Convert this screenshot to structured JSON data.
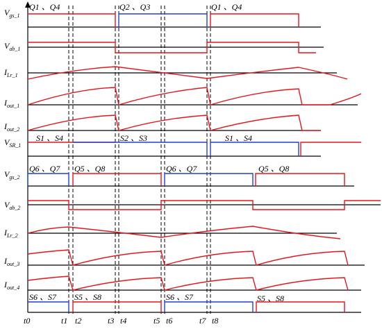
{
  "signals": [
    {
      "id": "vgs1",
      "main": "V",
      "sub": "gs_1"
    },
    {
      "id": "vab1",
      "main": "V",
      "sub": "ab_1"
    },
    {
      "id": "ilr1",
      "main": "I",
      "sub": "Lr_1"
    },
    {
      "id": "iout1",
      "main": "I",
      "sub": "out_1"
    },
    {
      "id": "iout2",
      "main": "I",
      "sub": "out_2"
    },
    {
      "id": "vsr1",
      "main": "V",
      "sub": "SR_1"
    },
    {
      "id": "vgs2",
      "main": "V",
      "sub": "gs_2"
    },
    {
      "id": "vab2",
      "main": "V",
      "sub": "ab_2"
    },
    {
      "id": "ilr2",
      "main": "I",
      "sub": "Lr_2"
    },
    {
      "id": "iout3",
      "main": "I",
      "sub": "out_3"
    },
    {
      "id": "iout4",
      "main": "I",
      "sub": "out_4"
    }
  ],
  "switch_labels": [
    {
      "id": "q1q4-a",
      "text": "Q1 、Q4"
    },
    {
      "id": "q2q3",
      "text": "Q2 、Q3"
    },
    {
      "id": "q1q4-b",
      "text": "Q1 、Q4"
    },
    {
      "id": "s1s4-a",
      "text": "S1 、S4"
    },
    {
      "id": "s2s3",
      "text": "S2 、S3"
    },
    {
      "id": "s1s4-b",
      "text": "S1 、S4"
    },
    {
      "id": "q6q7-a",
      "text": "Q6 、Q7"
    },
    {
      "id": "q5q8-a",
      "text": "Q5 、Q8"
    },
    {
      "id": "q6q7-b",
      "text": "Q6 、Q7"
    },
    {
      "id": "q5q8-b",
      "text": "Q5 、Q8"
    },
    {
      "id": "s6s7-a",
      "text": "S6 、S7"
    },
    {
      "id": "s5s8-a",
      "text": "S5 、S8"
    },
    {
      "id": "s6s7-b",
      "text": "S6 、S7"
    },
    {
      "id": "s5s8-b",
      "text": "S5 、S8"
    }
  ],
  "time_labels": [
    "t0",
    "t1",
    "t2",
    "t3",
    "t4",
    "t5",
    "t6",
    "t7",
    "t8"
  ],
  "colors": {
    "waveform": "#e8141c",
    "active": "#1f3fd6",
    "axis": "#000000"
  }
}
